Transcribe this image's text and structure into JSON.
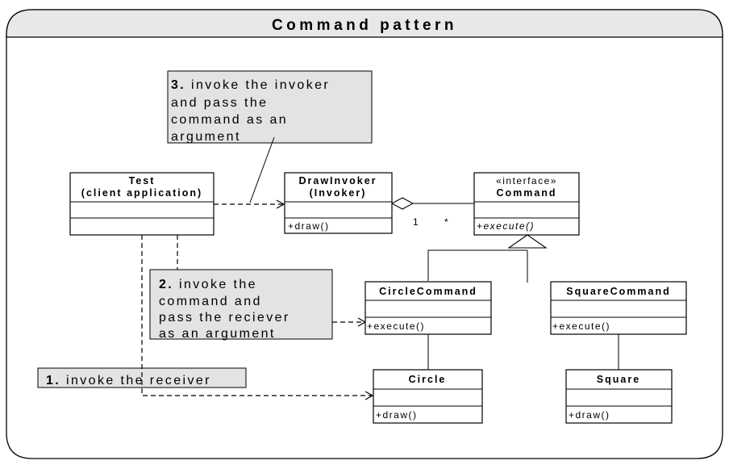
{
  "frame": {
    "title": "Command pattern"
  },
  "classes": {
    "test": {
      "name_line1": "Test",
      "name_line2": "(client application)"
    },
    "invoker": {
      "name_line1": "DrawInvoker",
      "name_line2": "(Invoker)",
      "operation": "+draw()"
    },
    "command": {
      "stereotype": "«interface»",
      "name": "Command",
      "operation": "+execute()"
    },
    "circle_command": {
      "name": "CircleCommand",
      "operation": "+execute()"
    },
    "square_command": {
      "name": "SquareCommand",
      "operation": "+execute()"
    },
    "circle": {
      "name": "Circle",
      "operation": "+draw()"
    },
    "square": {
      "name": "Square",
      "operation": "+draw()"
    }
  },
  "associations": {
    "multiplicity_invoker": "1",
    "multiplicity_command": "*"
  },
  "notes": {
    "note3": {
      "number": "3.",
      "line1_rest": " invoke the invoker",
      "line2": "and pass the",
      "line3": "command as an",
      "line4": "argument"
    },
    "note2": {
      "number": "2.",
      "line1_rest": " invoke the",
      "line2": "command and",
      "line3": "pass the reciever",
      "line4": "as an argument"
    },
    "note1": {
      "number": "1.",
      "line1_rest": " invoke the receiver"
    }
  }
}
